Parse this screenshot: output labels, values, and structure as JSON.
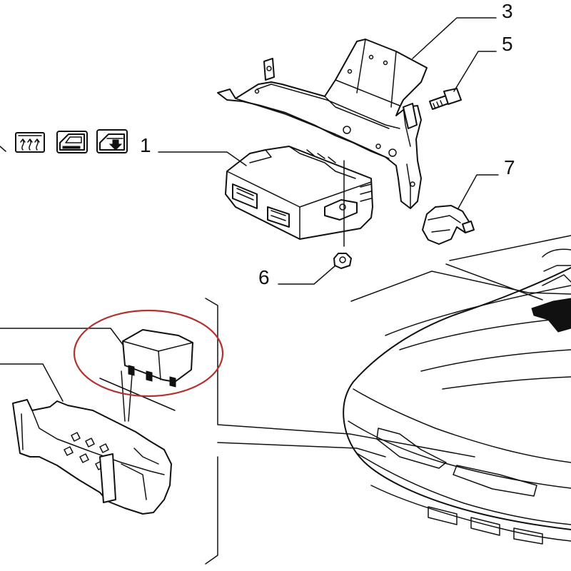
{
  "callouts": {
    "c1": "1",
    "c3": "3",
    "c5": "5",
    "c6": "6",
    "c7": "7"
  },
  "highlight": {
    "color": "#b2322e"
  },
  "icons": [
    "rear-defroster-icon",
    "door-lock-icon",
    "window-lift-icon"
  ]
}
